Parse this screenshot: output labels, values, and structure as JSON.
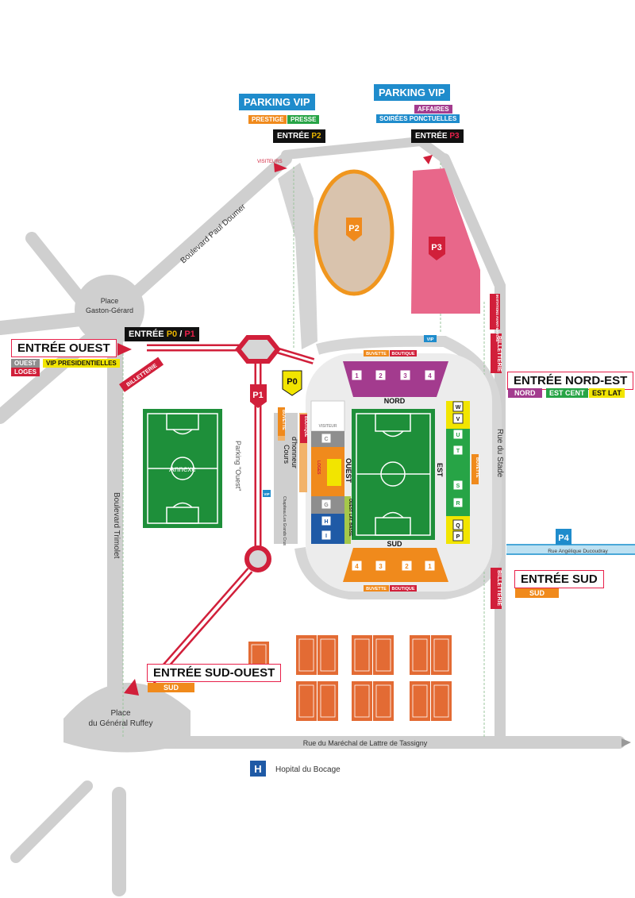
{
  "colors": {
    "road": "#cfcfcf",
    "route_red": "#d11f3a",
    "nord": "#a33b8e",
    "sud": "#f08a1c",
    "est_yellow": "#f2e500",
    "est_green": "#27a446",
    "ouest_orange": "#f08a1c",
    "ouest_gray": "#8e8e8e",
    "ouest_blue": "#1f5aa6",
    "vip_blue": "#1f8ccc",
    "pitch": "#1e8f3a",
    "p2": "#d9c3ad",
    "p3": "#e8678a",
    "tennis": "#e36b34"
  },
  "parking_vip_left": {
    "title": "PARKING VIP",
    "tags": [
      "PRESTIGE",
      "PRESSE"
    ]
  },
  "parking_vip_right": {
    "title": "PARKING VIP",
    "tags": [
      "AFFAIRES",
      "SOIRÉES PONCTUELLES"
    ]
  },
  "entrees": {
    "p2_prefix": "ENTRÉE ",
    "p2_code": "P2",
    "p3_prefix": "ENTRÉE ",
    "p3_code": "P3",
    "p0p1_prefix": "ENTRÉE ",
    "p0_code": "P0",
    "slash": " / ",
    "p1_code": "P1",
    "visiteurs": "VISITEURS"
  },
  "entree_ouest": {
    "title": "ENTRÉE OUEST",
    "tags": [
      "OUEST",
      "VIP PRESIDENTIELLES",
      "LOGES"
    ]
  },
  "entree_nord_est": {
    "title": "ENTRÉE NORD-EST",
    "tags": [
      "NORD",
      "EST CENT",
      "EST LAT"
    ]
  },
  "entree_sud": {
    "title": "ENTRÉE SUD",
    "tags": [
      "SUD"
    ]
  },
  "entree_sud_ouest": {
    "title": "ENTRÉE SUD-OUEST",
    "tags": [
      "SUD"
    ]
  },
  "places": {
    "gaston_1": "Place",
    "gaston_2": "Gaston-Gérard",
    "ruffey_1": "Place",
    "ruffey_2": "du Général Ruffey"
  },
  "streets": {
    "paul_doumer": "Boulevard Paul Doumer",
    "trimolet": "Boulevard Trimolet",
    "stade": "Rue du Stade",
    "lattre": "Rue du Maréchal de Lattre de Tassigny",
    "ducoudray": "Rue Angélique Ducoudray",
    "parking_ouest": "Parking \"Ouest\"",
    "cours_1": "Cours",
    "cours_2": "d'honneur",
    "chapiteau": "Chapiteau Les Grands Crus"
  },
  "parkings": {
    "p0": "P0",
    "p1": "P1",
    "p2": "P2",
    "p3": "P3",
    "p4": "P4"
  },
  "stadium": {
    "nord": "NORD",
    "sud": "SUD",
    "est": "EST",
    "ouest": "OUEST",
    "visiteur": "VISITEUR",
    "loges": "LOGES",
    "buvette": "BUVETTE",
    "boutique": "BOUTIQUE",
    "vip": "VIP",
    "ouest_lat_basse": "OUEST LAT. BASSE",
    "billetterie": "BILLETTERIE",
    "invitations": "INVITATIONS AVANT-MATCHS",
    "nord_gates": [
      "1",
      "2",
      "3",
      "4"
    ],
    "sud_gates": [
      "4",
      "3",
      "2",
      "1"
    ],
    "est_gates": [
      "W",
      "V",
      "U",
      "T",
      "S",
      "R",
      "Q",
      "P"
    ],
    "ouest_gates": [
      "C",
      "G",
      "H",
      "I"
    ]
  },
  "annexe": "Annexe",
  "hospital": {
    "icon_letter": "H",
    "name": "Hopital du Bocage"
  }
}
